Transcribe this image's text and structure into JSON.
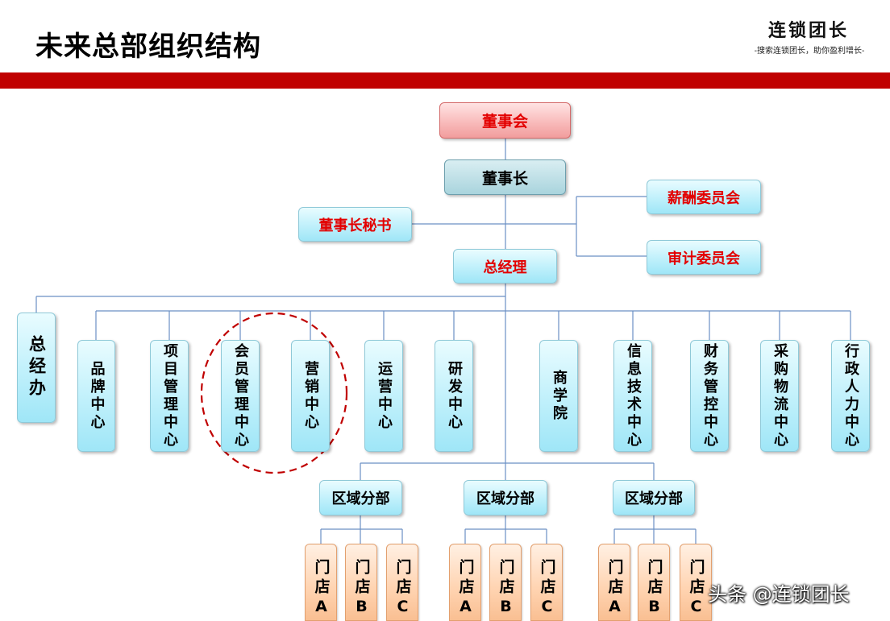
{
  "title": "未来总部组织结构",
  "brand": {
    "name": "连锁团长",
    "slogan": "-搜索连锁团长，助你盈利增长-"
  },
  "org": {
    "board": "董事会",
    "chairman": "董事长",
    "secretary": "董事长秘书",
    "compensation_committee": "薪酬委员会",
    "audit_committee": "审计委员会",
    "general_manager": "总经理",
    "gm_office": "总经办",
    "departments": [
      "品牌中心",
      "项目管理中心",
      "会员管理中心",
      "营销中心",
      "运营中心",
      "研发中心",
      "商学院",
      "信息技术中心",
      "财务管控中心",
      "采购物流中心",
      "行政人力中心"
    ],
    "regions": [
      {
        "label": "区域分部",
        "stores": [
          "门店A",
          "门店B",
          "门店C"
        ]
      },
      {
        "label": "区域分部",
        "stores": [
          "门店A",
          "门店B",
          "门店C"
        ]
      },
      {
        "label": "区域分部",
        "stores": [
          "门店A",
          "门店B",
          "门店C"
        ]
      }
    ]
  },
  "highlight": {
    "color": "#c00000",
    "style": "dashed-circle",
    "target": [
      "会员管理中心",
      "营销中心"
    ]
  },
  "colors": {
    "accent_red": "#c00000",
    "box_red_text": "#e30000",
    "connector": "#6b8fc4"
  },
  "watermark": "头条 @连锁团长"
}
